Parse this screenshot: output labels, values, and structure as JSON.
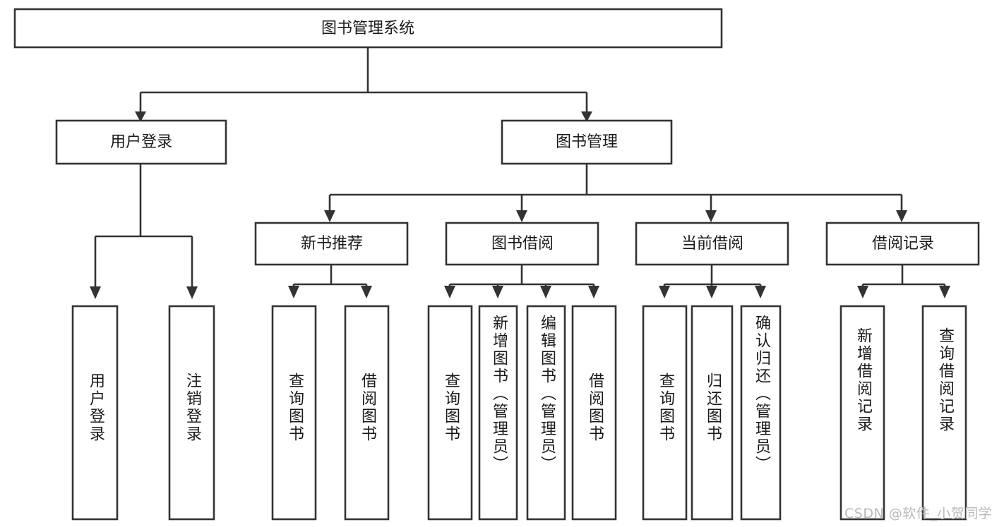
{
  "diagram": {
    "title": "图书管理系统",
    "type": "tree-hierarchy",
    "nodes": {
      "root": {
        "label": "图书管理系统"
      },
      "level2": [
        {
          "id": "user-login",
          "label": "用户登录"
        },
        {
          "id": "book-management",
          "label": "图书管理"
        }
      ],
      "level3": [
        {
          "id": "new-book-recommend",
          "label": "新书推荐"
        },
        {
          "id": "book-borrow",
          "label": "图书借阅"
        },
        {
          "id": "current-borrow",
          "label": "当前借阅"
        },
        {
          "id": "borrow-record",
          "label": "借阅记录"
        }
      ],
      "leaves": [
        {
          "id": "leaf-user-login",
          "label": "用户登录",
          "parent": "user-login"
        },
        {
          "id": "leaf-logout-login",
          "label": "注销登录",
          "parent": "user-login"
        },
        {
          "id": "leaf-query-book-1",
          "label": "查询图书",
          "parent": "new-book-recommend"
        },
        {
          "id": "leaf-borrow-book-1",
          "label": "借阅图书",
          "parent": "new-book-recommend"
        },
        {
          "id": "leaf-query-book-2",
          "label": "查询图书",
          "parent": "book-borrow"
        },
        {
          "id": "leaf-add-book",
          "label": "新增图书（管理员）",
          "parent": "book-borrow"
        },
        {
          "id": "leaf-edit-book",
          "label": "编辑图书（管理员）",
          "parent": "book-borrow"
        },
        {
          "id": "leaf-borrow-book-2",
          "label": "借阅图书",
          "parent": "book-borrow"
        },
        {
          "id": "leaf-query-book-3",
          "label": "查询图书",
          "parent": "current-borrow"
        },
        {
          "id": "leaf-return-book",
          "label": "归还图书",
          "parent": "current-borrow"
        },
        {
          "id": "leaf-confirm-return",
          "label": "确认归还（管理员）",
          "parent": "current-borrow"
        },
        {
          "id": "leaf-add-record",
          "label": "新增借阅记录",
          "parent": "borrow-record"
        },
        {
          "id": "leaf-query-record",
          "label": "查询借阅记录",
          "parent": "borrow-record"
        }
      ]
    },
    "colors": {
      "box_stroke": "#333333",
      "box_fill": "#ffffff",
      "text": "#1a1a1a",
      "connector": "#333333",
      "watermark": "#b9b9b9",
      "background": "#ffffff"
    }
  },
  "watermark": {
    "text": "CSDN @软件_小贺同学"
  }
}
